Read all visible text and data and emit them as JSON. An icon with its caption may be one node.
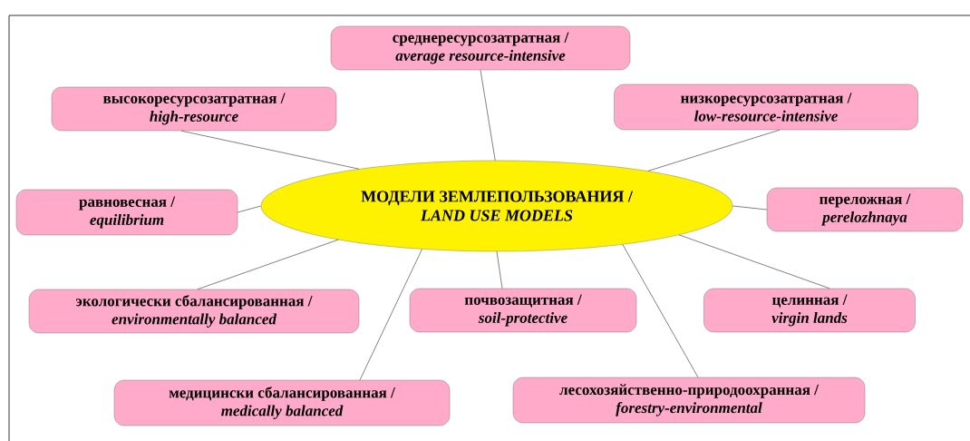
{
  "diagram": {
    "nodes": [
      {
        "text": [
          "МОДЕЛИ ЗЕМЛЕПОЛЬЗОВАНИЯ /",
          "LAND USE MODELS"
        ]
      },
      {
        "text": [
          "среднересурсозатратная /",
          "average resource-intensive"
        ]
      },
      {
        "text": [
          "высокоресурсозатратная /",
          "high-resource"
        ]
      },
      {
        "text": [
          "низкоресурсозатратная /",
          "low-resource-intensive"
        ]
      },
      {
        "text": [
          "равновесная /",
          "equilibrium"
        ]
      },
      {
        "text": [
          "переложная /",
          "perelozhnaya"
        ]
      },
      {
        "text": [
          "экологически сбалансированная /",
          "environmentally balanced"
        ]
      },
      {
        "text": [
          "почвозащитная /",
          "soil-protective"
        ]
      },
      {
        "text": [
          "целинная /",
          "virgin lands"
        ]
      },
      {
        "text": [
          "медицински сбалансированная /",
          "medically balanced"
        ]
      },
      {
        "text": [
          "лесохозяйственно-природоохранная /",
          "forestry-environmental"
        ]
      }
    ],
    "edges": [
      {
        "from": 0,
        "to": 1,
        "arrow": "none"
      },
      {
        "from": 0,
        "to": 2,
        "arrow": "none"
      },
      {
        "from": 0,
        "to": 3,
        "arrow": "none"
      },
      {
        "from": 0,
        "to": 4,
        "arrow": "none"
      },
      {
        "from": 0,
        "to": 5,
        "arrow": "none"
      },
      {
        "from": 0,
        "to": 6,
        "arrow": "none"
      },
      {
        "from": 0,
        "to": 7,
        "arrow": "none"
      },
      {
        "from": 0,
        "to": 8,
        "arrow": "none"
      },
      {
        "from": 0,
        "to": 9,
        "arrow": "none"
      },
      {
        "from": 0,
        "to": 10,
        "arrow": "none"
      }
    ]
  }
}
